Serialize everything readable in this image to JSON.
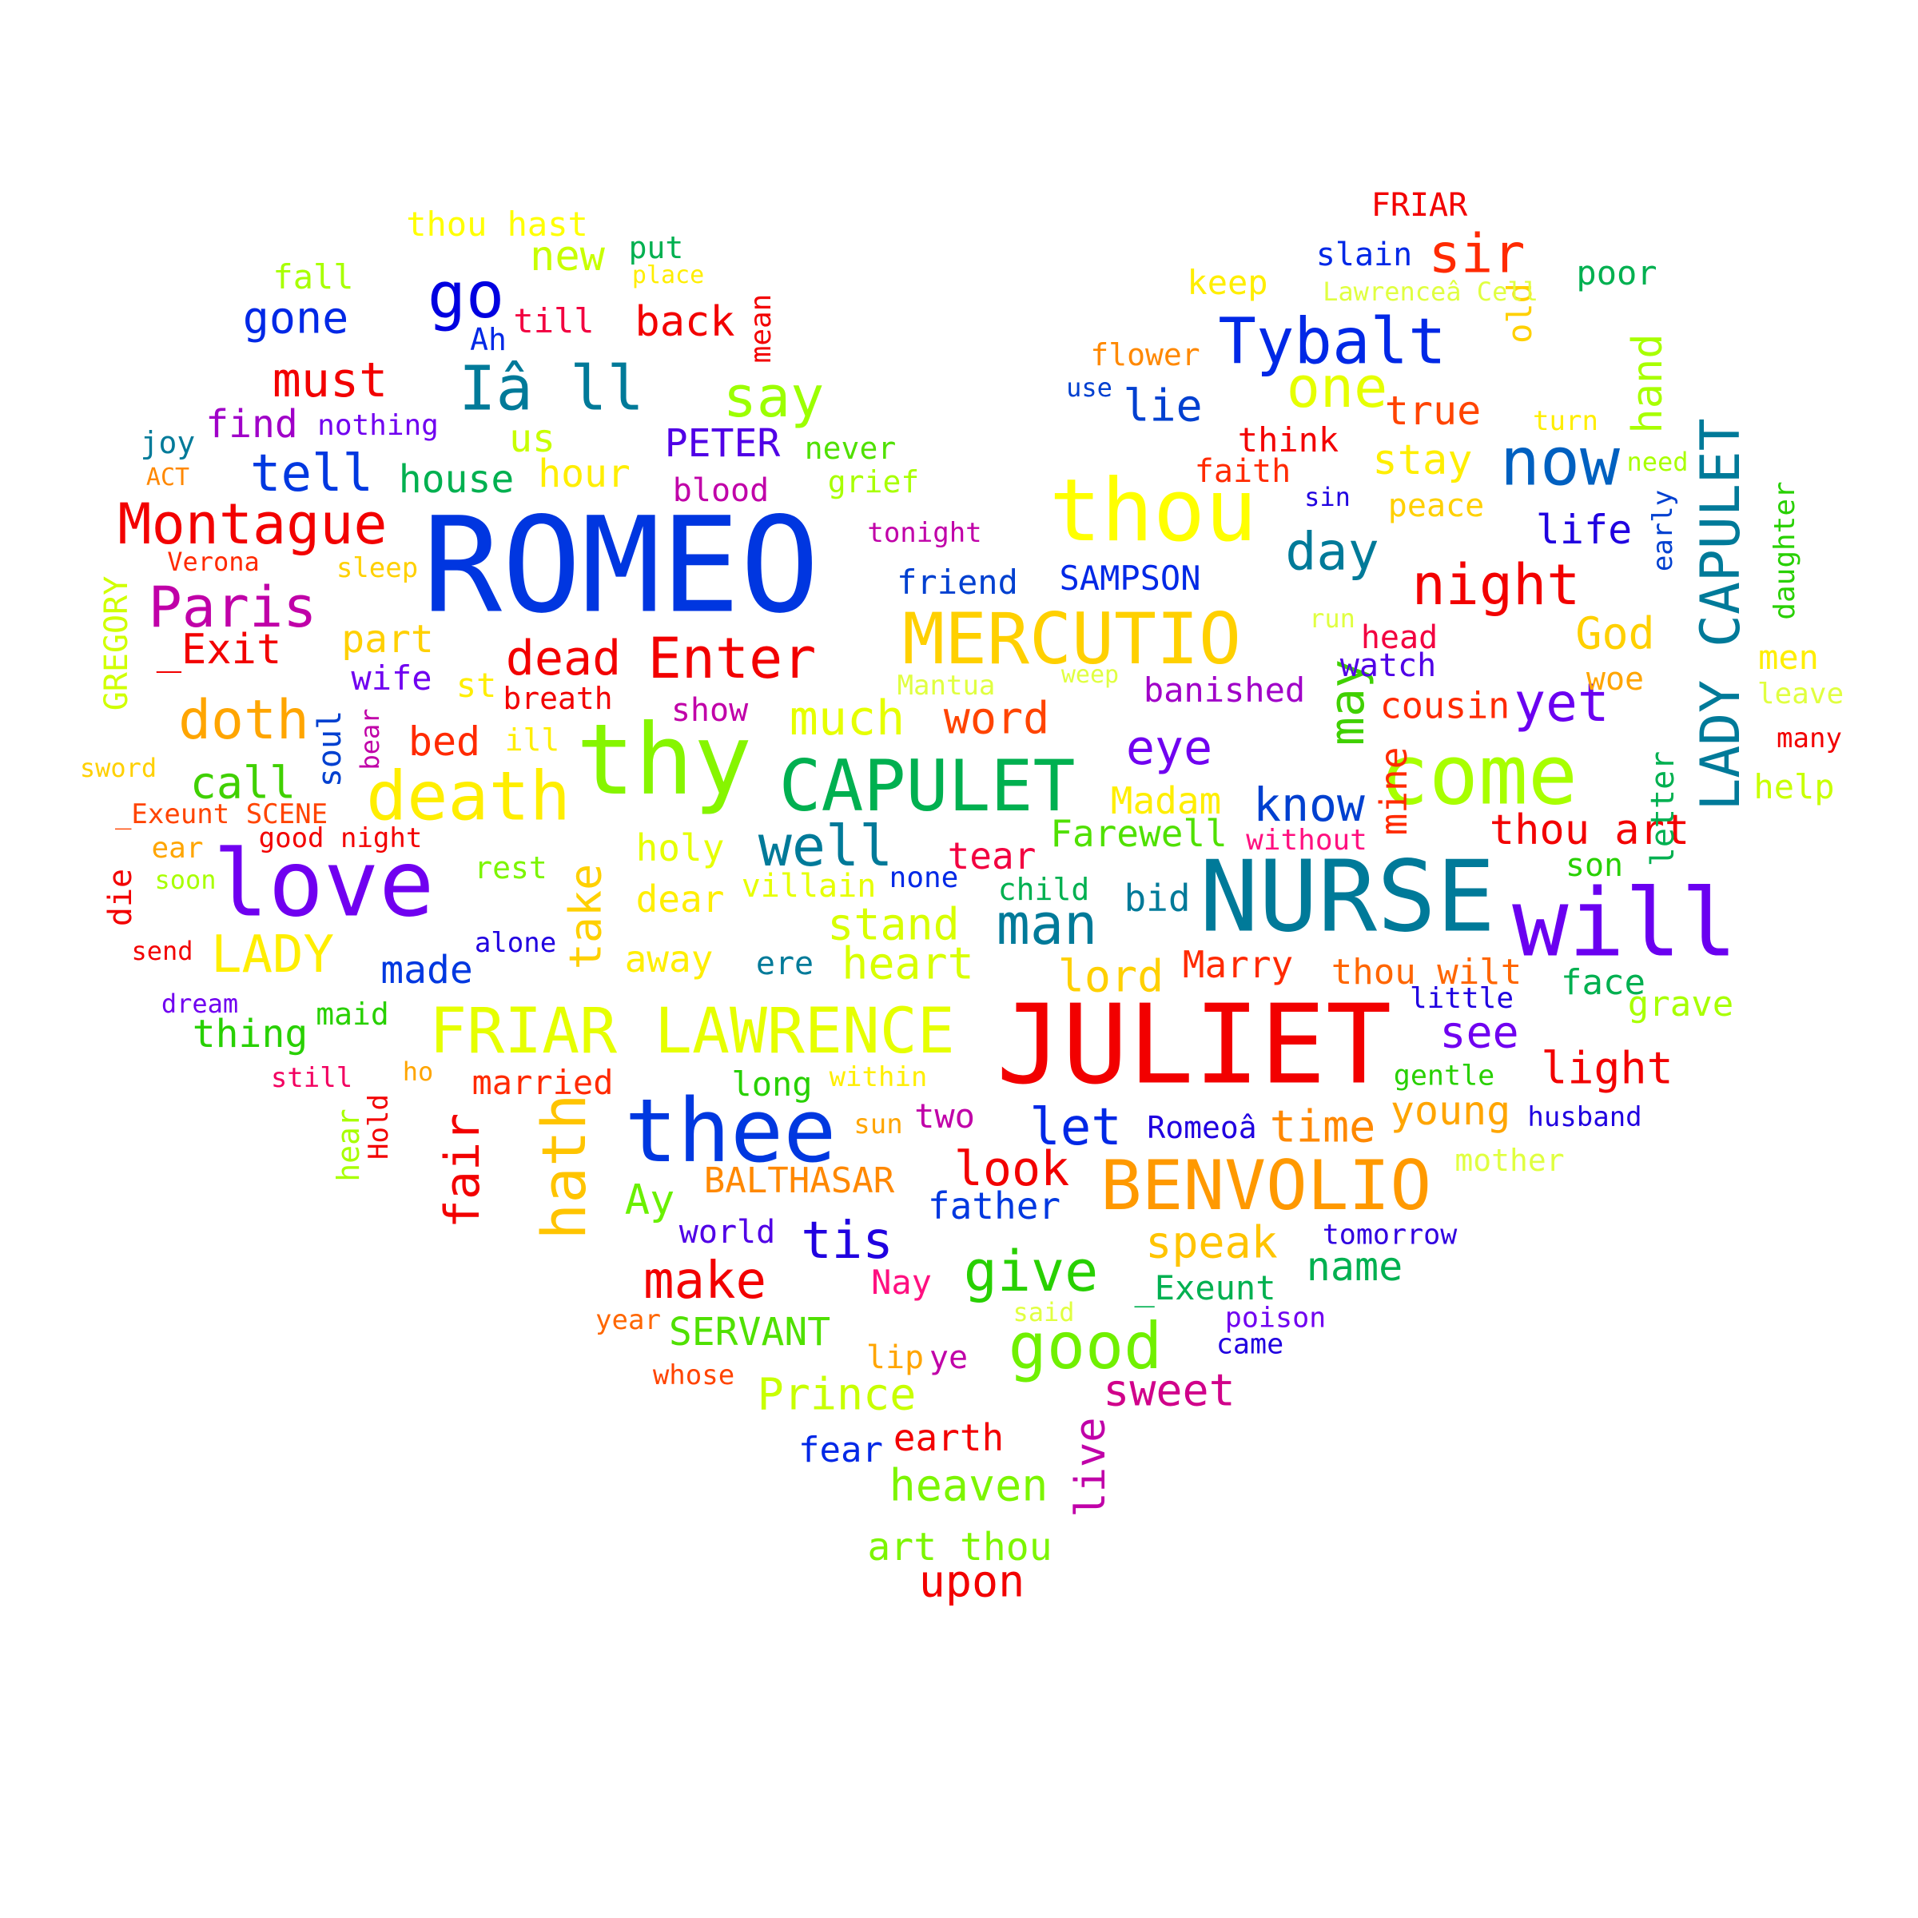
{
  "words": [
    {
      "t": "ROMEO",
      "c": "#0036e0"
    },
    {
      "t": "JULIET",
      "c": "#f20000"
    },
    {
      "t": "NURSE",
      "c": "#007a99"
    },
    {
      "t": "thy",
      "c": "#86f500"
    },
    {
      "t": "love",
      "c": "#7000f0"
    },
    {
      "t": "thee",
      "c": "#0038e0"
    },
    {
      "t": "thou",
      "c": "#ffff00"
    },
    {
      "t": "will",
      "c": "#6a00f0"
    },
    {
      "t": "come",
      "c": "#a8ff00"
    },
    {
      "t": "CAPULET",
      "c": "#00b050"
    },
    {
      "t": "MERCUTIO",
      "c": "#ffd000"
    },
    {
      "t": "BENVOLIO",
      "c": "#ff9900"
    },
    {
      "t": "FRIAR LAWRENCE",
      "c": "#e6ff00"
    },
    {
      "t": "LADY CAPULET",
      "c": "#007a99"
    },
    {
      "t": "Tybalt",
      "c": "#0028e6"
    },
    {
      "t": "death",
      "c": "#ffee00"
    },
    {
      "t": "now",
      "c": "#0060c0"
    },
    {
      "t": "good",
      "c": "#70f000"
    },
    {
      "t": "hath",
      "c": "#ffc400"
    },
    {
      "t": "Iâ ll",
      "c": "#007a99"
    },
    {
      "t": "go",
      "c": "#0000e0"
    },
    {
      "t": "night",
      "c": "#f20000"
    },
    {
      "t": "Enter",
      "c": "#f20000"
    },
    {
      "t": "man",
      "c": "#007a99"
    },
    {
      "t": "well",
      "c": "#007a99"
    },
    {
      "t": "Montague",
      "c": "#f20000"
    },
    {
      "t": "Paris",
      "c": "#c000a8"
    },
    {
      "t": "doth",
      "c": "#ffa500"
    },
    {
      "t": "give",
      "c": "#28d000"
    },
    {
      "t": "say",
      "c": "#9cff00"
    },
    {
      "t": "one",
      "c": "#e6ff00"
    },
    {
      "t": "day",
      "c": "#007a99"
    },
    {
      "t": "sir",
      "c": "#ff2a00"
    },
    {
      "t": "much",
      "c": "#e6ff00"
    },
    {
      "t": "dead",
      "c": "#f20000"
    },
    {
      "t": "tell",
      "c": "#0038e0"
    },
    {
      "t": "must",
      "c": "#f20000"
    },
    {
      "t": "LADY",
      "c": "#ffee00"
    },
    {
      "t": "make",
      "c": "#f20000"
    },
    {
      "t": "know",
      "c": "#0040d0"
    },
    {
      "t": "eye",
      "c": "#7000f0"
    },
    {
      "t": "yet",
      "c": "#6a00f0"
    },
    {
      "t": "may",
      "c": "#40d000"
    },
    {
      "t": "fair",
      "c": "#f20000"
    },
    {
      "t": "take",
      "c": "#ffd000"
    },
    {
      "t": "let",
      "c": "#0028e6"
    },
    {
      "t": "tis",
      "c": "#2000e0"
    },
    {
      "t": "look",
      "c": "#f20000"
    },
    {
      "t": "speak",
      "c": "#ffc400"
    },
    {
      "t": "time",
      "c": "#ff8800"
    },
    {
      "t": "see",
      "c": "#7000f0"
    },
    {
      "t": "light",
      "c": "#f20000"
    },
    {
      "t": "word",
      "c": "#ff4400"
    },
    {
      "t": "lord",
      "c": "#ffd000"
    },
    {
      "t": "heart",
      "c": "#d8ff00"
    },
    {
      "t": "stand",
      "c": "#d8ff00"
    },
    {
      "t": "sweet",
      "c": "#d0008a"
    },
    {
      "t": "heaven",
      "c": "#7cf500"
    },
    {
      "t": "upon",
      "c": "#f20000"
    },
    {
      "t": "Prince",
      "c": "#c8ff00"
    },
    {
      "t": "gone",
      "c": "#0028e6"
    },
    {
      "t": "back",
      "c": "#f20000"
    },
    {
      "t": "new",
      "c": "#c8ff00"
    },
    {
      "t": "hand",
      "c": "#a8ff00"
    },
    {
      "t": "mine",
      "c": "#ff2a00"
    },
    {
      "t": "thou art",
      "c": "#f20000"
    },
    {
      "t": "cousin",
      "c": "#ff2a00"
    },
    {
      "t": "stay",
      "c": "#ffee00"
    },
    {
      "t": "true",
      "c": "#ff4400"
    },
    {
      "t": "lie",
      "c": "#0040d0"
    },
    {
      "t": "life",
      "c": "#2000e0"
    },
    {
      "t": "God",
      "c": "#ffd000"
    },
    {
      "t": "call",
      "c": "#40d000"
    },
    {
      "t": "house",
      "c": "#00b050"
    },
    {
      "t": "us",
      "c": "#c8ff00"
    },
    {
      "t": "hour",
      "c": "#ffee00"
    },
    {
      "t": "PETER",
      "c": "#5000e6"
    },
    {
      "t": "bed",
      "c": "#ff2a00"
    },
    {
      "t": "part",
      "c": "#ffd000"
    },
    {
      "t": "Ay",
      "c": "#6af000"
    },
    {
      "t": "name",
      "c": "#00b050"
    },
    {
      "t": "wife",
      "c": "#7000f0"
    },
    {
      "t": "_Exit",
      "c": "#f20000"
    },
    {
      "t": "find",
      "c": "#a000c8"
    },
    {
      "t": "made",
      "c": "#0038e0"
    },
    {
      "t": "thing",
      "c": "#28d000"
    },
    {
      "t": "married",
      "c": "#ff2a00"
    },
    {
      "t": "live",
      "c": "#c000a8"
    },
    {
      "t": "earth",
      "c": "#f20000"
    },
    {
      "t": "art thou",
      "c": "#7cf500"
    },
    {
      "t": "fear",
      "c": "#0028e6"
    },
    {
      "t": "SERVANT",
      "c": "#50e000"
    },
    {
      "t": "father",
      "c": "#0038e0"
    },
    {
      "t": "BALTHASAR",
      "c": "#ff8800"
    },
    {
      "t": "world",
      "c": "#5000e6"
    },
    {
      "t": "Nay",
      "c": "#ff1080"
    },
    {
      "t": "young",
      "c": "#ffa500"
    },
    {
      "t": "husband",
      "c": "#2000e0"
    },
    {
      "t": "mother",
      "c": "#e0ff40"
    },
    {
      "t": "tomorrow",
      "c": "#3000e0"
    },
    {
      "t": "_Exeunt",
      "c": "#00b050"
    },
    {
      "t": "poison",
      "c": "#7000f0"
    },
    {
      "t": "came",
      "c": "#2000e0"
    },
    {
      "t": "Marry",
      "c": "#ff2a00"
    },
    {
      "t": "thou wilt",
      "c": "#ff6600"
    },
    {
      "t": "little",
      "c": "#2000e0"
    },
    {
      "t": "face",
      "c": "#00b050"
    },
    {
      "t": "grave",
      "c": "#a8ff00"
    },
    {
      "t": "gentle",
      "c": "#28d000"
    },
    {
      "t": "Romeoâ",
      "c": "#2000e0"
    },
    {
      "t": "Farewell",
      "c": "#50e000"
    },
    {
      "t": "Madam",
      "c": "#ffee00"
    },
    {
      "t": "without",
      "c": "#ff1080"
    },
    {
      "t": "bid",
      "c": "#007a99"
    },
    {
      "t": "tear",
      "c": "#f20040"
    },
    {
      "t": "child",
      "c": "#00b050"
    },
    {
      "t": "none",
      "c": "#0028e6"
    },
    {
      "t": "villain",
      "c": "#e6ff00"
    },
    {
      "t": "holy",
      "c": "#e6ff00"
    },
    {
      "t": "dear",
      "c": "#ffee00"
    },
    {
      "t": "away",
      "c": "#ffee00"
    },
    {
      "t": "ere",
      "c": "#007a99"
    },
    {
      "t": "long",
      "c": "#28d000"
    },
    {
      "t": "within",
      "c": "#ffee00"
    },
    {
      "t": "two",
      "c": "#c000a8"
    },
    {
      "t": "sun",
      "c": "#ffa500"
    },
    {
      "t": "year",
      "c": "#ff6600"
    },
    {
      "t": "whose",
      "c": "#ff4400"
    },
    {
      "t": "lip",
      "c": "#ffa500"
    },
    {
      "t": "ye",
      "c": "#c000a8"
    },
    {
      "t": "said",
      "c": "#e0ff40"
    },
    {
      "t": "rest",
      "c": "#7cf500"
    },
    {
      "t": "alone",
      "c": "#2000e0"
    },
    {
      "t": "maid",
      "c": "#28d000"
    },
    {
      "t": "still",
      "c": "#f20060"
    },
    {
      "t": "ho",
      "c": "#ffa500"
    },
    {
      "t": "hear",
      "c": "#a8ff00"
    },
    {
      "t": "Hold",
      "c": "#f20000"
    },
    {
      "t": "dream",
      "c": "#7000f0"
    },
    {
      "t": "send",
      "c": "#f20000"
    },
    {
      "t": "die",
      "c": "#f20000"
    },
    {
      "t": "ear",
      "c": "#ffa500"
    },
    {
      "t": "soon",
      "c": "#a8ff00"
    },
    {
      "t": "good night",
      "c": "#f20000"
    },
    {
      "t": "_Exeunt SCENE",
      "c": "#ff4400"
    },
    {
      "t": "sword",
      "c": "#ffd000"
    },
    {
      "t": "GREGORY",
      "c": "#d0ff00"
    },
    {
      "t": "Verona",
      "c": "#ff2a00"
    },
    {
      "t": "sleep",
      "c": "#ffd000"
    },
    {
      "t": "ACT",
      "c": "#ff8800"
    },
    {
      "t": "joy",
      "c": "#007a99"
    },
    {
      "t": "nothing",
      "c": "#7000f0"
    },
    {
      "t": "soul",
      "c": "#0040d0"
    },
    {
      "t": "bear",
      "c": "#c000a8"
    },
    {
      "t": "ill",
      "c": "#ffee00"
    },
    {
      "t": "breath",
      "c": "#f20000"
    },
    {
      "t": "st",
      "c": "#ffee00"
    },
    {
      "t": "show",
      "c": "#c000a8"
    },
    {
      "t": "Mantua",
      "c": "#e0ff40"
    },
    {
      "t": "weep",
      "c": "#e0ff40"
    },
    {
      "t": "banished",
      "c": "#a000c8"
    },
    {
      "t": "friend",
      "c": "#0040d0"
    },
    {
      "t": "SAMPSON",
      "c": "#0028e6"
    },
    {
      "t": "tonight",
      "c": "#c000a8"
    },
    {
      "t": "blood",
      "c": "#c000a8"
    },
    {
      "t": "grief",
      "c": "#a8ff00"
    },
    {
      "t": "never",
      "c": "#50e000"
    },
    {
      "t": "Ah",
      "c": "#0028e6"
    },
    {
      "t": "till",
      "c": "#f20040"
    },
    {
      "t": "mean",
      "c": "#f20000"
    },
    {
      "t": "put",
      "c": "#00b050"
    },
    {
      "t": "place",
      "c": "#ffee00"
    },
    {
      "t": "thou hast",
      "c": "#ffff00"
    },
    {
      "t": "fall",
      "c": "#a8ff00"
    },
    {
      "t": "keep",
      "c": "#ffee00"
    },
    {
      "t": "flower",
      "c": "#ff8800"
    },
    {
      "t": "use",
      "c": "#0040d0"
    },
    {
      "t": "think",
      "c": "#f20000"
    },
    {
      "t": "faith",
      "c": "#ff2a00"
    },
    {
      "t": "sin",
      "c": "#2000e0"
    },
    {
      "t": "peace",
      "c": "#ffd000"
    },
    {
      "t": "run",
      "c": "#e0ff40"
    },
    {
      "t": "head",
      "c": "#f20040"
    },
    {
      "t": "watch",
      "c": "#5000e6"
    },
    {
      "t": "woe",
      "c": "#ffa500"
    },
    {
      "t": "men",
      "c": "#ffee00"
    },
    {
      "t": "leave",
      "c": "#e0ff40"
    },
    {
      "t": "many",
      "c": "#f20000"
    },
    {
      "t": "help",
      "c": "#c8ff00"
    },
    {
      "t": "letter",
      "c": "#00b050"
    },
    {
      "t": "son",
      "c": "#28d000"
    },
    {
      "t": "early",
      "c": "#0040d0"
    },
    {
      "t": "daughter",
      "c": "#28d000"
    },
    {
      "t": "need",
      "c": "#a8ff00"
    },
    {
      "t": "turn",
      "c": "#ffee00"
    },
    {
      "t": "old",
      "c": "#ffd000"
    },
    {
      "t": "poor",
      "c": "#00b050"
    },
    {
      "t": "Lawrenceâ Cell",
      "c": "#e0ff40"
    },
    {
      "t": "slain",
      "c": "#0028e6"
    },
    {
      "t": "FRIAR",
      "c": "#f20000"
    }
  ]
}
